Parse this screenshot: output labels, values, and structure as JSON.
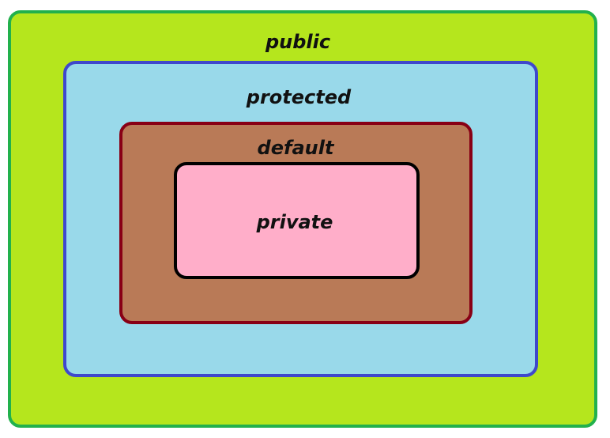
{
  "diagram": {
    "levels": [
      {
        "key": "public",
        "label": "public",
        "fill": "#b5e61d",
        "border": "#22b14c"
      },
      {
        "key": "protected",
        "label": "protected",
        "fill": "#99d9ea",
        "border": "#3f48cc"
      },
      {
        "key": "default",
        "label": "default",
        "fill": "#b97a57",
        "border": "#880015"
      },
      {
        "key": "private",
        "label": "private",
        "fill": "#ffaec9",
        "border": "#000000"
      }
    ]
  }
}
